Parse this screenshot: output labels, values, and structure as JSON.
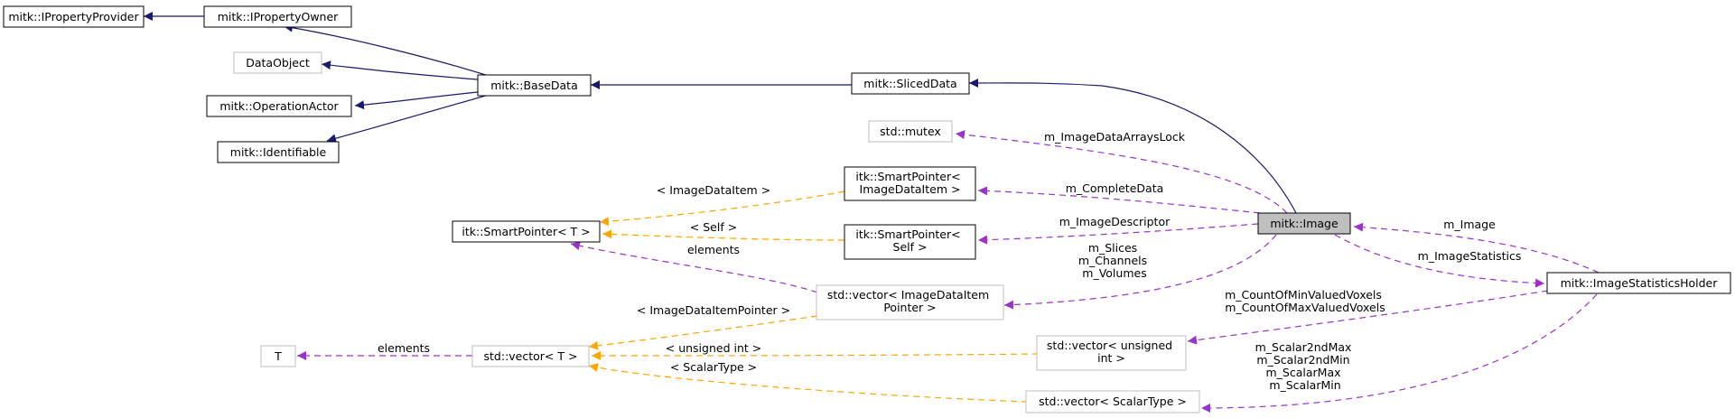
{
  "colors": {
    "inherit_edge": "#191970",
    "usage_edge": "#9a32cd",
    "template_edge": "#ffa500",
    "node_border": "#000000",
    "external_border": "#bfbfbf",
    "highlight_fill": "#bfbfbf"
  },
  "nodes": {
    "ipropertyprovider": {
      "lines": [
        "mitk::IPropertyProvider"
      ]
    },
    "ipropertyowner": {
      "lines": [
        "mitk::IPropertyOwner"
      ]
    },
    "dataobject": {
      "lines": [
        "DataObject"
      ]
    },
    "operationactor": {
      "lines": [
        "mitk::OperationActor"
      ]
    },
    "identifiable": {
      "lines": [
        "mitk::Identifiable"
      ]
    },
    "basedata": {
      "lines": [
        "mitk::BaseData"
      ]
    },
    "sliceddata": {
      "lines": [
        "mitk::SlicedData"
      ]
    },
    "mutex": {
      "lines": [
        "std::mutex"
      ]
    },
    "sp_imagedataitem": {
      "lines": [
        "itk::SmartPointer<",
        "ImageDataItem >"
      ]
    },
    "sp_self": {
      "lines": [
        "itk::SmartPointer<",
        "Self >"
      ]
    },
    "sp_t": {
      "lines": [
        "itk::SmartPointer< T >"
      ]
    },
    "image": {
      "lines": [
        "mitk::Image"
      ]
    },
    "vector_imagedataitempointer": {
      "lines": [
        "std::vector< ImageDataItem",
        "Pointer >"
      ]
    },
    "imagestatisticsholder": {
      "lines": [
        "mitk::ImageStatisticsHolder"
      ]
    },
    "t": {
      "lines": [
        "T"
      ]
    },
    "vector_t": {
      "lines": [
        "std::vector< T >"
      ]
    },
    "vector_unsigned_int": {
      "lines": [
        "std::vector< unsigned",
        "int >"
      ]
    },
    "vector_scalartype": {
      "lines": [
        "std::vector< ScalarType >"
      ]
    }
  },
  "edge_labels": {
    "m_imagedataarrayslock": [
      "m_ImageDataArraysLock"
    ],
    "m_completedata": [
      "m_CompleteData"
    ],
    "m_imagedescriptor": [
      "m_ImageDescriptor"
    ],
    "slices_channels_volumes": [
      "m_Slices",
      "m_Channels",
      "m_Volumes"
    ],
    "m_image": [
      "m_Image"
    ],
    "m_imagestatistics": [
      "m_ImageStatistics"
    ],
    "countof_voxels": [
      "m_CountOfMinValuedVoxels",
      "m_CountOfMaxValuedVoxels"
    ],
    "scalar_values": [
      "m_Scalar2ndMax",
      "m_Scalar2ndMin",
      "m_ScalarMax",
      "m_ScalarMin"
    ],
    "tmpl_imagedataitem": [
      "< ImageDataItem >"
    ],
    "tmpl_self": [
      "< Self >"
    ],
    "elements_sp": [
      "elements"
    ],
    "tmpl_imagedataitempointer": [
      "< ImageDataItemPointer >"
    ],
    "tmpl_unsigned_int": [
      "< unsigned int >"
    ],
    "tmpl_scalartype": [
      "< ScalarType >"
    ],
    "elements_t": [
      "elements"
    ]
  }
}
